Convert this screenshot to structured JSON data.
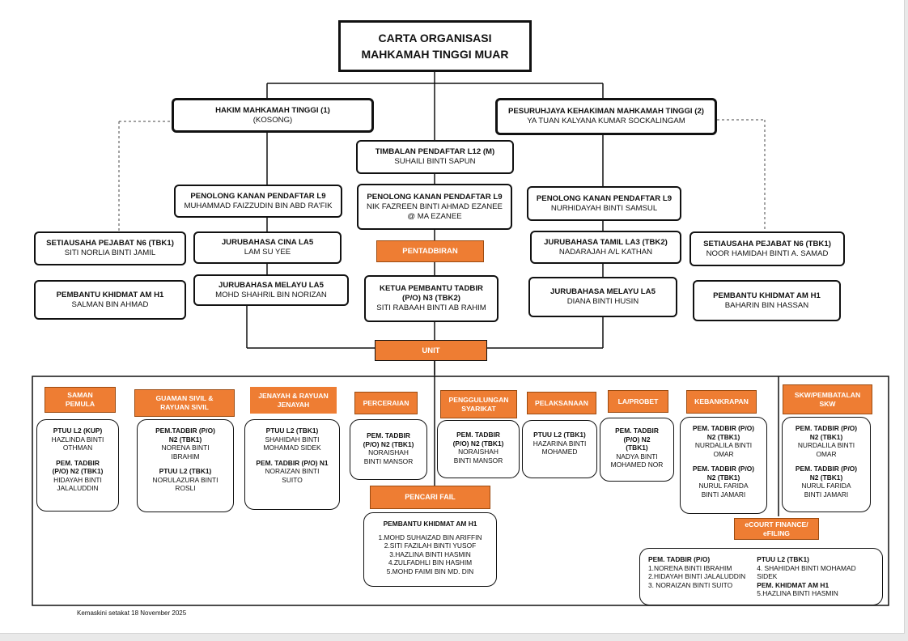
{
  "title": {
    "line1": "CARTA ORGANISASI",
    "line2": "MAHKAMAH TINGGI MUAR"
  },
  "hakim": {
    "title": "HAKIM MAHKAMAH TINGGI (1)",
    "name": "(KOSONG)"
  },
  "pesuruhjaya": {
    "title": "PESURUHJAYA KEHAKIMAN MAHKAMAH TINGGI (2)",
    "name": "YA TUAN KALYANA KUMAR SOCKALINGAM"
  },
  "timbalan": {
    "title": "TIMBALAN PENDAFTAR L12 (M)",
    "name": "SUHAILI BINTI SAPUN"
  },
  "pkp_left": {
    "title": "PENOLONG KANAN PENDAFTAR L9",
    "name": "MUHAMMAD FAIZZUDIN BIN ABD RA'FIK"
  },
  "pkp_mid": {
    "title": "PENOLONG KANAN PENDAFTAR L9",
    "name": "NIK FAZREEN BINTI AHMAD EZANEE\n@ MA EZANEE"
  },
  "pkp_right": {
    "title": "PENOLONG KANAN PENDAFTAR L9",
    "name": "NURHIDAYAH BINTI SAMSUL"
  },
  "setia_left": {
    "title": "SETIAUSAHA PEJABAT N6 (TBK1)",
    "name": "SITI NORLIA BINTI JAMIL"
  },
  "pembantu_left": {
    "title": "PEMBANTU KHIDMAT AM H1",
    "name": "SALMAN BIN AHMAD"
  },
  "jb_cina": {
    "title": "JURUBAHASA CINA LA5",
    "name": "LAM SU YEE"
  },
  "jb_melayu_left": {
    "title": "JURUBAHASA MELAYU LA5",
    "name": "MOHD SHAHRIL BIN NORIZAN"
  },
  "pentadbiran": "PENTADBIRAN",
  "ketua": {
    "title": "KETUA PEMBANTU TADBIR\n(P/O) N3 (TBK2)",
    "name": "SITI RABAAH BINTI AB RAHIM"
  },
  "jb_tamil": {
    "title": "JURUBAHASA TAMIL LA3 (TBK2)",
    "name": "NADARAJAH A/L KATHAN"
  },
  "jb_melayu_right": {
    "title": "JURUBAHASA MELAYU LA5",
    "name": "DIANA BINTI HUSIN"
  },
  "setia_right": {
    "title": "SETIAUSAHA PEJABAT N6 (TBK1)",
    "name": "NOOR HAMIDAH BINTI A. SAMAD"
  },
  "pembantu_right": {
    "title": "PEMBANTU KHIDMAT AM H1",
    "name": "BAHARIN BIN HASSAN"
  },
  "unit": "UNIT",
  "units": {
    "saman": {
      "label": "SAMAN\nPEMULA",
      "h1": "PTUU L2 (KUP)",
      "v1": "HAZLINDA BINTI\nOTHMAN",
      "h2": "PEM. TADBIR\n(P/O) N2 (TBK1)",
      "v2": "HIDAYAH BINTI\nJALALUDDIN"
    },
    "guaman": {
      "label": "GUAMAN SIVIL &\nRAYUAN SIVIL",
      "h1": "PEM.TADBIR (P/O)\nN2 (TBK1)",
      "v1": "NORENA BINTI\nIBRAHIM",
      "h2": "PTUU L2 (TBK1)",
      "v2": "NORULAZURA BINTI\nROSLI"
    },
    "jenayah": {
      "label": "JENAYAH  & RAYUAN\nJENAYAH",
      "h1": "PTUU L2 (TBK1)",
      "v1": "SHAHIDAH BINTI\nMOHAMAD SIDEK",
      "h2": "PEM. TADBIR (P/O) N1",
      "v2": "NORAIZAN BINTI\nSUITO"
    },
    "perceraian": {
      "label": "PERCERAIAN",
      "h1": "PEM. TADBIR\n(P/O) N2 (TBK1)",
      "v1": "NORAISHAH\nBINTI MANSOR"
    },
    "penggulungan": {
      "label": "PENGGULUNGAN\nSYARIKAT",
      "h1": "PEM. TADBIR\n(P/O) N2  (TBK1)",
      "v1": "NORAISHAH\nBINTI MANSOR"
    },
    "pelaksanaan": {
      "label": "PELAKSANAAN",
      "h1": "PTUU L2 (TBK1)",
      "v1": "HAZARINA BINTI\nMOHAMED"
    },
    "laprobet": {
      "label": "LA/PROBET",
      "h1": "PEM. TADBIR\n(P/O) N2\n(TBK1)",
      "v1": "NADYA BINTI\nMOHAMED NOR"
    },
    "kebankrapan": {
      "label": "KEBANKRAPAN",
      "h1": "PEM. TADBIR (P/O)\nN2 (TBK1)",
      "v1": "NURDALILA BINTI\nOMAR",
      "h2": "PEM. TADBIR (P/O)\nN2 (TBK1)",
      "v2": "NURUL FARIDA\nBINTI JAMARI"
    },
    "skw": {
      "label": "SKW/PEMBATALAN\nSKW",
      "h1": "PEM. TADBIR (P/O)\nN2 (TBK1)",
      "v1": "NURDALILA BINTI\nOMAR",
      "h2": "PEM. TADBIR (P/O)\nN2 (TBK1)",
      "v2": "NURUL FARIDA\nBINTI JAMARI"
    }
  },
  "pencari": {
    "label": "PENCARI FAIL",
    "heading": "PEMBANTU KHIDMAT AM H1",
    "names": [
      "1.MOHD SUHAIZAD BIN ARIFFIN",
      "2.SITI FAZILAH BINTI YUSOF",
      "3.HAZLINA BINTI HASMIN",
      "4.ZULFADHLI BIN HASHIM",
      "5.MOHD FAIMI BIN MD. DIN"
    ]
  },
  "ecourt": {
    "label": "eCOURT FINANCE/\neFILING",
    "left_heading": "PEM. TADBIR (P/O)",
    "left_names": [
      "1.NORENA BINTI IBRAHIM",
      "2.HIDAYAH BINTI JALALUDDIN",
      "3. NORAIZAN BINTI SUITO"
    ],
    "right_heading": "PTUU L2 (TBK1)",
    "right_line1": "4. SHAHIDAH BINTI  MOHAMAD SIDEK",
    "right_heading2": "PEM. KHIDMAT AM H1",
    "right_line2": "5.HAZLINA BINTI HASMIN"
  },
  "footer": "Kemaskini setakat 18 November 2025"
}
